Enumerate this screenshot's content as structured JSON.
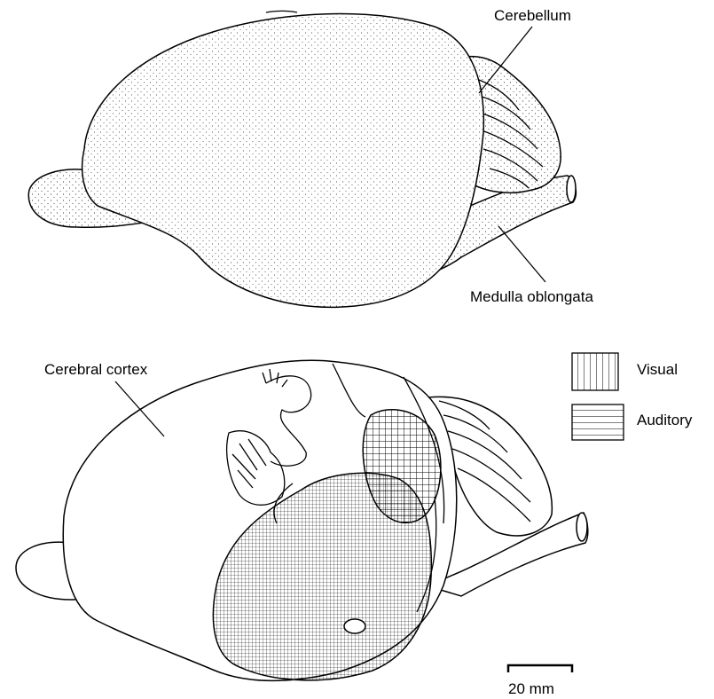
{
  "labels": {
    "cerebellum": "Cerebellum",
    "medulla": "Medulla oblongata",
    "cerebral_cortex": "Cerebral cortex"
  },
  "legend": {
    "visual": "Visual",
    "auditory": "Auditory"
  },
  "scale_bar": {
    "label": "20 mm"
  },
  "colors": {
    "ink": "#000000",
    "paper": "#ffffff"
  }
}
